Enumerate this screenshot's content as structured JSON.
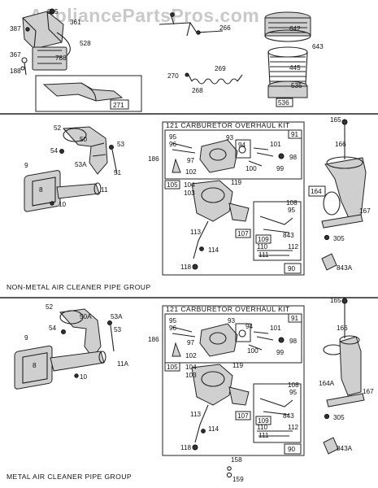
{
  "watermark": "AppliancePartsPros.com",
  "top_labels": [
    "805",
    "387",
    "361",
    "528",
    "367",
    "788",
    "188",
    "271",
    "266",
    "642",
    "643",
    "445",
    "535",
    "536",
    "269",
    "270",
    "268"
  ],
  "section1": {
    "caption": "NON-METAL AIR CLEANER PIPE GROUP",
    "kit_title": "121  CARBURETOR OVERHAUL KIT",
    "pipe_labels": [
      "52",
      "50",
      "54",
      "53",
      "53A",
      "51",
      "9",
      "8",
      "11",
      "10",
      "186"
    ],
    "kit_labels": [
      "91",
      "95",
      "96",
      "97",
      "93",
      "94",
      "101",
      "98",
      "99",
      "100",
      "102",
      "105",
      "104",
      "103",
      "119",
      "108",
      "95",
      "109",
      "843",
      "107",
      "113",
      "114",
      "110",
      "112",
      "111",
      "118",
      "90"
    ],
    "right_labels": [
      "165",
      "166",
      "164",
      "167",
      "305",
      "843A"
    ]
  },
  "section2": {
    "caption": "METAL AIR CLEANER PIPE GROUP",
    "kit_title": "121  CARBURETOR OVERHAUL KIT",
    "pipe_labels": [
      "52",
      "50A",
      "53A",
      "54",
      "53",
      "9",
      "8",
      "11A",
      "10",
      "186"
    ],
    "kit_labels": [
      "91",
      "95",
      "96",
      "97",
      "93",
      "94",
      "101",
      "98",
      "99",
      "100",
      "102",
      "105",
      "104",
      "103",
      "119",
      "108",
      "95",
      "109",
      "843",
      "107",
      "113",
      "114",
      "110",
      "112",
      "111",
      "118",
      "90"
    ],
    "right_labels": [
      "165",
      "166",
      "164A",
      "167",
      "305",
      "843A"
    ],
    "bottom_labels": [
      "158",
      "159"
    ]
  }
}
